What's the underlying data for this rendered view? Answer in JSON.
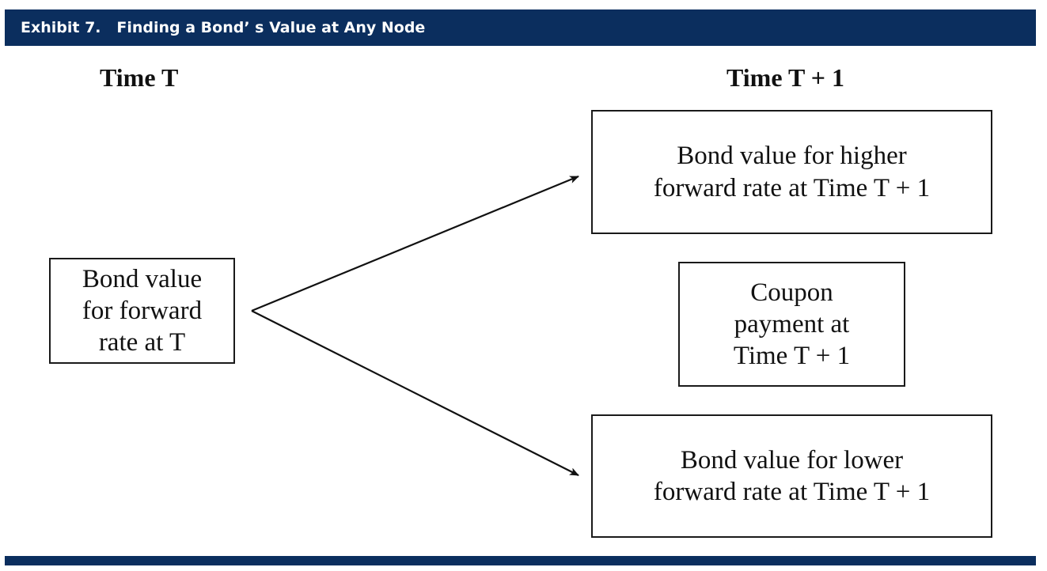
{
  "header": {
    "title": "Exhibit 7.   Finding a Bond’ s Value at Any Node"
  },
  "columns": {
    "left": "Time T",
    "right": "Time T + 1"
  },
  "nodes": {
    "current": "Bond value\nfor forward\nrate at T",
    "higher": "Bond value for higher\nforward rate at Time T + 1",
    "coupon": "Coupon\npayment at\nTime T + 1",
    "lower": "Bond value for lower\nforward rate at Time T + 1"
  }
}
